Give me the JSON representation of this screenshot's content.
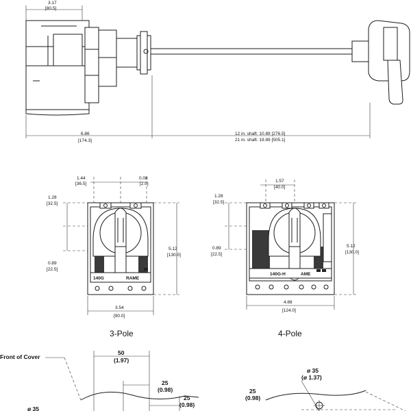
{
  "side_view": {
    "dim_top_in": "3.17",
    "dim_top_mm": "[80.5]",
    "dim_body_in": "6.86",
    "dim_body_mm": "[174.3]",
    "shaft_12": "12 in. shaft: 10.89 [276.5]",
    "shaft_21": "21 in. shaft: 19.89 [505.1]"
  },
  "three_pole": {
    "caption": "3-Pole",
    "frame_label": "140G",
    "frame_label_tail": "RAME",
    "dim_top_left_in": "1.44",
    "dim_top_left_mm": "[36.5]",
    "dim_top_right_in": "0.08",
    "dim_top_right_mm": "[2.0]",
    "dim_left_upper_in": "1.28",
    "dim_left_upper_mm": "[32.5]",
    "dim_left_lower_in": "0.89",
    "dim_left_lower_mm": "[22.5]",
    "dim_height_in": "5.12",
    "dim_height_mm": "[130.0]",
    "dim_width_in": "3.54",
    "dim_width_mm": "[90.0]"
  },
  "four_pole": {
    "caption": "4-Pole",
    "frame_label": "140G-H",
    "frame_label_tail": "AME",
    "dim_top_in": "1.57",
    "dim_top_mm": "[40.0]",
    "dim_left_upper_in": "1.28",
    "dim_left_upper_mm": "[32.5]",
    "dim_left_lower_in": "0.89",
    "dim_left_lower_mm": "[22.5]",
    "dim_height_in": "5.12",
    "dim_height_mm": "[130.0]",
    "dim_width_in": "4.88",
    "dim_width_mm": "[124.0]"
  },
  "cover_view": {
    "front_of_cover": "Front of Cover",
    "dim_50": "50",
    "dim_50_in": "(1.97)",
    "dim_25a": "25",
    "dim_25a_in": "(0.98)",
    "dim_25b": "25",
    "dim_25b_in": "(0.98)",
    "dim_phi35_left": "ø 35",
    "dim_25c": "25",
    "dim_25c_in": "(0.98)",
    "dim_phi35": "ø 35",
    "dim_phi35_in": "(ø 1.37)"
  }
}
